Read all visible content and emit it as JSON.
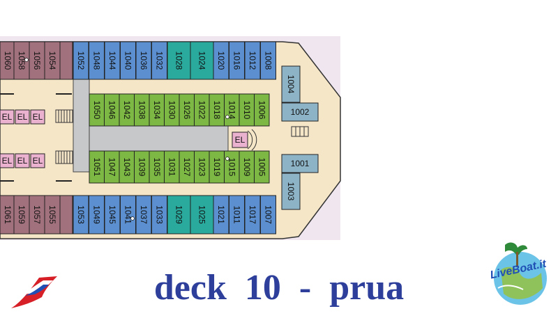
{
  "title": "deck  10  -  prua",
  "brand": {
    "liveboat": "LiveBoat.it"
  },
  "colors": {
    "purple": "#a1727e",
    "blue": "#5b8fcf",
    "teal": "#2aa99d",
    "green": "#7cb843",
    "steel": "#8db3c6",
    "pink": "#ebb2d0",
    "corridor": "#f6e6c8",
    "grey": "#c7c8ca",
    "hull_edge": "#333333",
    "caption": "#2d3f9a"
  },
  "cabins": {
    "top_outer_purple": [
      "1060",
      "1058",
      "1056",
      "1054"
    ],
    "top_outer_blue": [
      "1052",
      "1048",
      "1044",
      "1040",
      "1036",
      "1032"
    ],
    "top_outer_teal": [
      "1028",
      "1024"
    ],
    "top_outer_blue2": [
      "1020",
      "1016",
      "1012",
      "1008"
    ],
    "top_inner_green": [
      "1050",
      "1046",
      "1042",
      "1038",
      "1034",
      "1030",
      "1026",
      "1022",
      "1018",
      "1014",
      "1010",
      "1006"
    ],
    "bottom_inner_green": [
      "1051",
      "1047",
      "1043",
      "1039",
      "1035",
      "1031",
      "1027",
      "1023",
      "1019",
      "1015",
      "1009",
      "1005"
    ],
    "bottom_outer_purple": [
      "1061",
      "1059",
      "1057",
      "1055"
    ],
    "bottom_outer_blue": [
      "1053",
      "1049",
      "1045",
      "1041",
      "1037",
      "1033"
    ],
    "bottom_outer_teal": [
      "1029",
      "1025"
    ],
    "bottom_outer_blue2": [
      "1021",
      "1011",
      "1017",
      "1007"
    ],
    "bow_top": "1004",
    "bow_mid_top": "1002",
    "bow_mid_bottom": "1001",
    "bow_bottom": "1003"
  },
  "elevator_label": "EL"
}
